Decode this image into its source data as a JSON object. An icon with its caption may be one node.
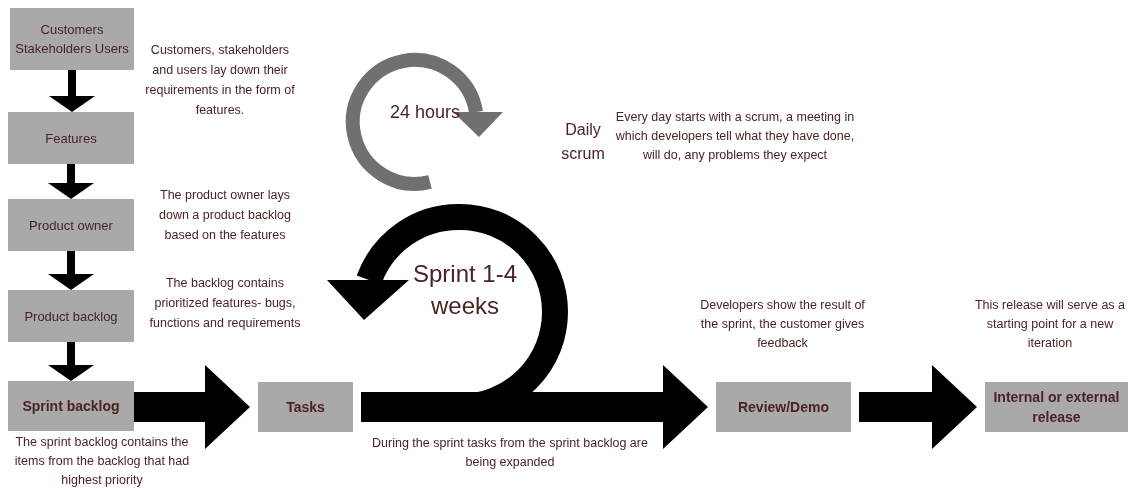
{
  "diagram": {
    "nodes": [
      {
        "text": [
          "Customers Stakeholders Users"
        ]
      },
      {
        "text": [
          "Features"
        ]
      },
      {
        "text": [
          "Product owner"
        ]
      },
      {
        "text": [
          "Product backlog"
        ]
      },
      {
        "text": [
          "Sprint backlog"
        ],
        "beside": [
          "The sprint backlog contains the items from the backlog that had highest priority"
        ]
      },
      {
        "text": [
          "Tasks"
        ],
        "beside": [
          "During the sprint tasks from the sprint backlog are being expanded"
        ]
      },
      {
        "text": [
          "Review/Demo"
        ],
        "beside": [
          "Developers show the result of the sprint, the customer gives feedback"
        ]
      },
      {
        "text": [
          "Internal or external release"
        ],
        "beside": [
          "This release will serve as a starting point for a new iteration"
        ]
      }
    ],
    "edges": [
      {
        "from": 0,
        "to": 1,
        "arrow": "to"
      },
      {
        "from": 1,
        "to": 2,
        "arrow": "to"
      },
      {
        "from": 2,
        "to": 3,
        "arrow": "to"
      },
      {
        "from": 3,
        "to": 4,
        "arrow": "to"
      },
      {
        "from": 4,
        "to": 5,
        "arrow": "to",
        "style": "thick"
      },
      {
        "from": 5,
        "to": 6,
        "arrow": "to",
        "style": "thick"
      },
      {
        "from": 6,
        "to": 7,
        "arrow": "to",
        "style": "thick"
      }
    ],
    "labels": [
      "Customers, stakeholders and users lay down their requirements in the form of features.",
      "24 hours",
      "Daily scrum",
      "Every day starts with a scrum, a meeting in which developers tell what they have done, will do, any problems they expect",
      "The product owner lays down a product backlog based on the features",
      "Sprint 1-4 weeks",
      "The backlog contains prioritized features- bugs, functions and requirements"
    ]
  }
}
